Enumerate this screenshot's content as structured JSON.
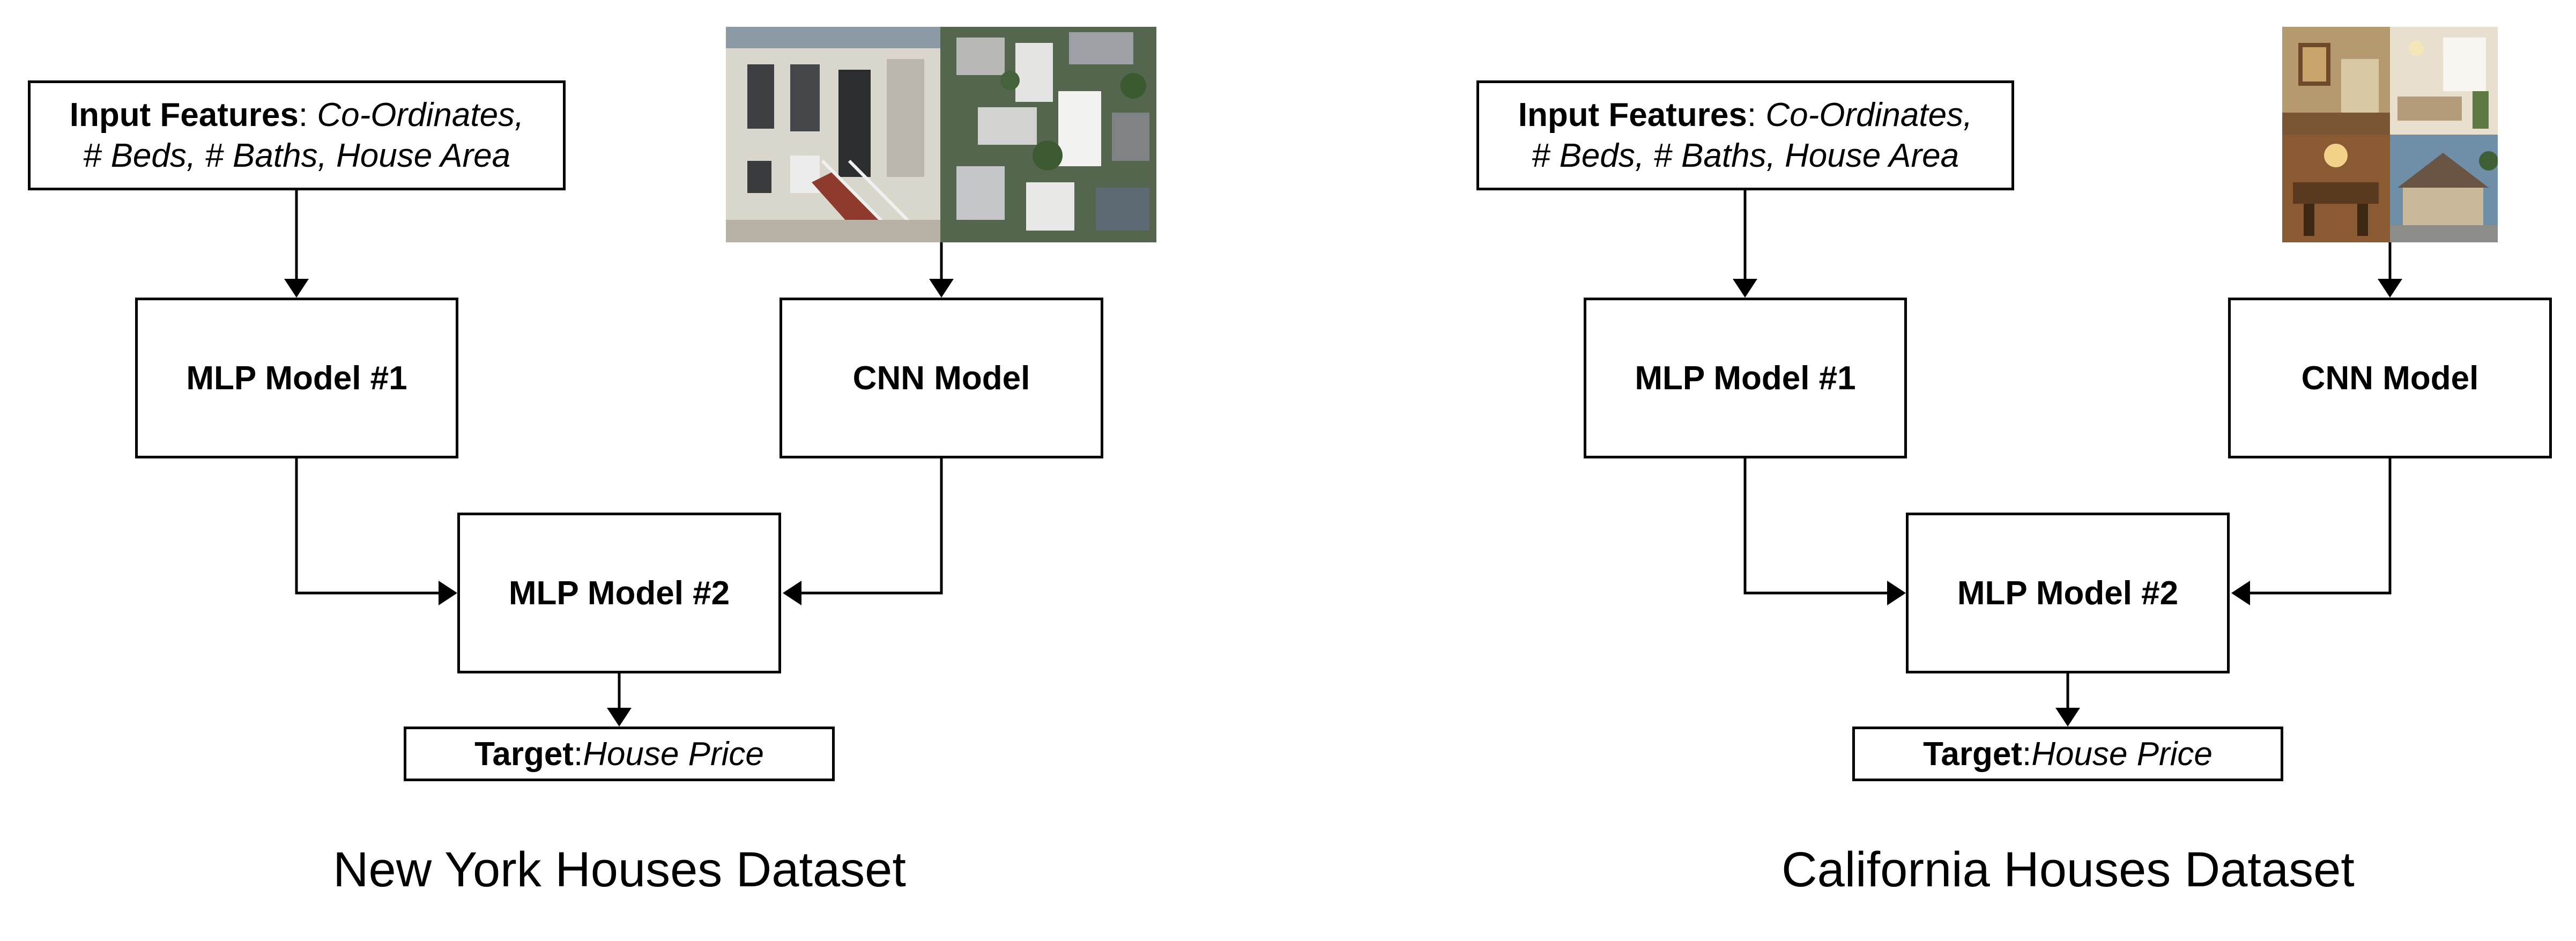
{
  "diagrams": [
    {
      "input": {
        "label": "Input Features",
        "sep": ": ",
        "line1": "Co-Ordinates,",
        "line2": "# Beds, # Baths, House Area"
      },
      "mlp1": "MLP Model #1",
      "cnn": "CNN Model",
      "mlp2": "MLP Model #2",
      "target": {
        "label": "Target",
        "sep": ": ",
        "value": "House Price"
      },
      "caption": "New York Houses Dataset"
    },
    {
      "input": {
        "label": "Input Features",
        "sep": ": ",
        "line1": "Co-Ordinates,",
        "line2": "# Beds, # Baths, House Area"
      },
      "mlp1": "MLP Model #1",
      "cnn": "CNN Model",
      "mlp2": "MLP Model #2",
      "target": {
        "label": "Target",
        "sep": ": ",
        "value": "House Price"
      },
      "caption": "California Houses Dataset"
    }
  ]
}
